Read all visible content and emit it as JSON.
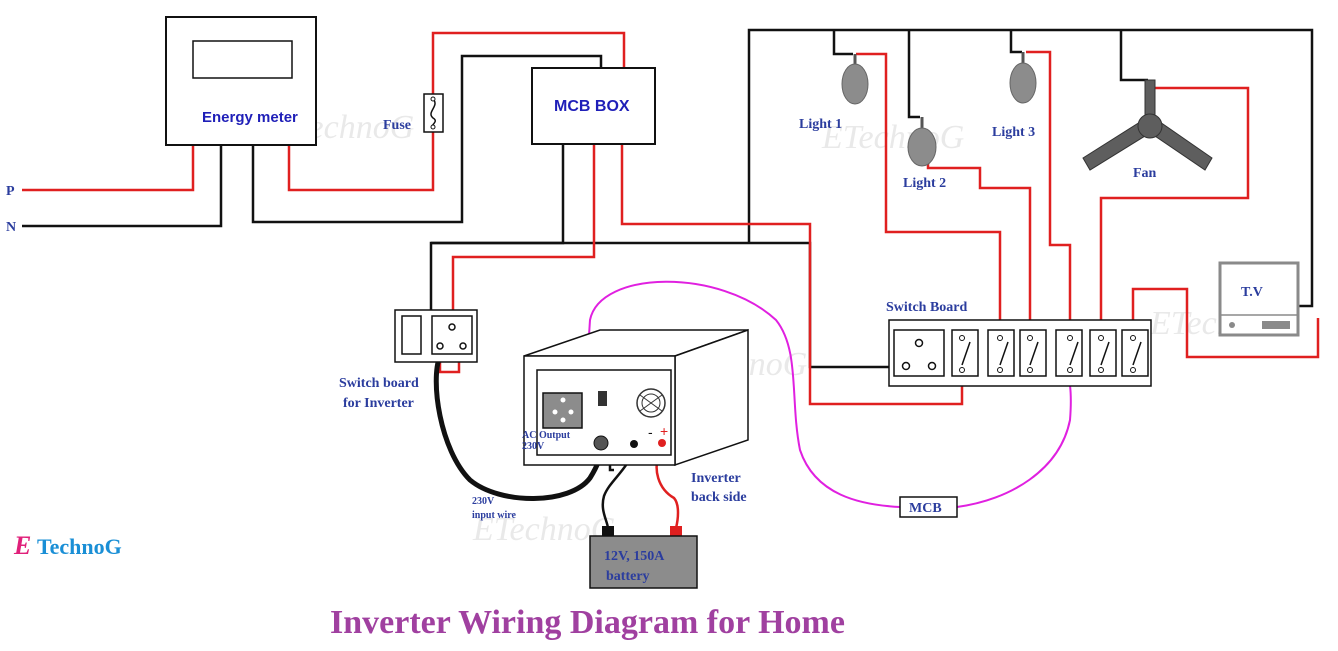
{
  "title": "Inverter Wiring Diagram for Home",
  "brand": {
    "initial": "E",
    "name": "TechnoG",
    "watermark": "ETechnoG"
  },
  "lines": {
    "phase": "P",
    "neutral": "N"
  },
  "components": {
    "energy_meter": "Energy meter",
    "fuse": "Fuse",
    "mcb_box": "MCB BOX",
    "light1": "Light 1",
    "light2": "Light 2",
    "light3": "Light 3",
    "fan": "Fan",
    "tv": "T.V",
    "switch_board": "Switch Board",
    "switch_board_inverter_line1": "Switch board",
    "switch_board_inverter_line2": "for Inverter",
    "ac_output_line1": "AC Output",
    "ac_output_line2": "230V",
    "input_wire_line1": "230V",
    "input_wire_line2": "input wire",
    "inverter_back_line1": "Inverter",
    "inverter_back_line2": "back side",
    "mcb": "MCB",
    "battery_line1": "12V, 150A",
    "battery_line2": "battery",
    "minus": "-",
    "plus": "+"
  },
  "colors": {
    "phase_wire": "#e02020",
    "neutral_wire": "#111111",
    "output_wire": "#e020e0",
    "title": "#a040a0",
    "label": "#2b3d9e",
    "brand_initial": "#e0207a",
    "brand_text": "#1a8fd6"
  }
}
